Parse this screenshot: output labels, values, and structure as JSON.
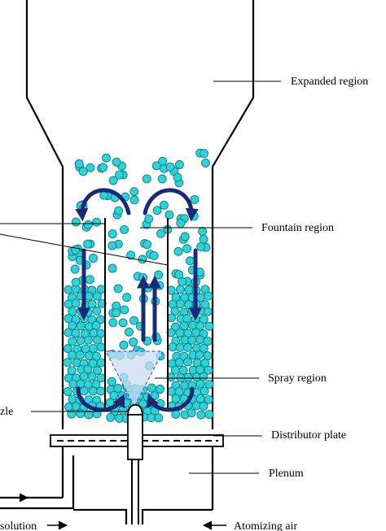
{
  "labels": {
    "expanded_region": "Expanded region",
    "fountain_region": "Fountain region",
    "spray_region": "Spray region",
    "nozzle_partial": "zle",
    "distributor_plate": "Distributor plate",
    "plenum": "Plenum",
    "solution_partial": "solution",
    "atomizing_air": "Atomizing air"
  },
  "colors": {
    "particle_fill": "#2ed3d8",
    "particle_stroke": "#0a7b85",
    "arrow": "#1b2a78",
    "spray_fill": "#c9dcf2",
    "spray_stroke": "#3a5ed0",
    "line": "#000000"
  },
  "icons": {
    "circulation_arrow": "curved-arrow-icon",
    "flow_arrow": "arrow-icon"
  }
}
